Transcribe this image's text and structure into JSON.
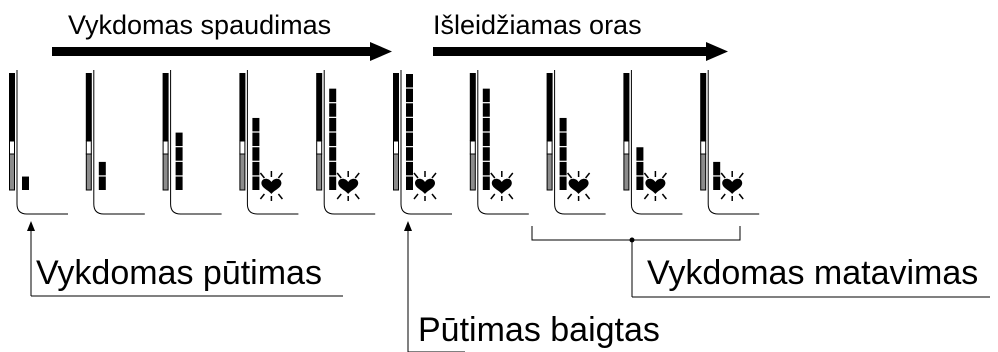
{
  "labels": {
    "pressurizing": "Vykdomas spaudimas",
    "releasing_air": "Išleidžiamas oras",
    "inflating": "Vykdomas pūtimas",
    "inflation_finished": "Pūtimas baigtas",
    "measuring": "Vykdomas matavimas"
  },
  "frames": [
    {
      "segments": 1,
      "heart": false
    },
    {
      "segments": 2,
      "heart": false
    },
    {
      "segments": 4,
      "heart": false
    },
    {
      "segments": 5,
      "heart": true
    },
    {
      "segments": 7,
      "heart": true
    },
    {
      "segments": 8,
      "heart": true
    },
    {
      "segments": 7,
      "heart": true
    },
    {
      "segments": 5,
      "heart": true
    },
    {
      "segments": 3,
      "heart": true
    },
    {
      "segments": 2,
      "heart": true
    }
  ],
  "colors": {
    "ink": "#000000",
    "gauge_gray": "#8c8c8c",
    "background": "#ffffff"
  }
}
